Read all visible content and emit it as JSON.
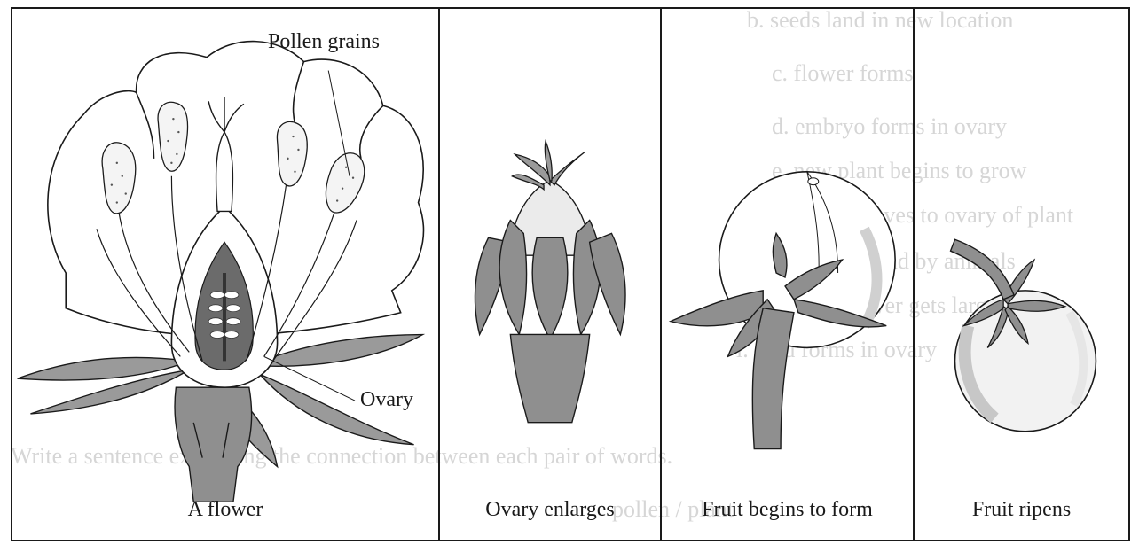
{
  "diagram": {
    "panels": [
      {
        "id": "flower",
        "caption": "A flower",
        "labels": {
          "pollen": "Pollen grains",
          "ovary": "Ovary"
        }
      },
      {
        "id": "ovary-enlarges",
        "caption": "Ovary enlarges"
      },
      {
        "id": "fruit-begins",
        "caption": "Fruit begins to form"
      },
      {
        "id": "fruit-ripens",
        "caption": "Fruit ripens"
      }
    ],
    "colors": {
      "outline": "#1a1a1a",
      "petal": "#ffffff",
      "sepal": "#8f8f8f",
      "ovary_dark": "#6b6b6b",
      "pollen_dot": "#555555",
      "fruit_shade": "#d9d9d9"
    }
  },
  "bleed_through": {
    "lines": [
      "b. seeds land in new location",
      "c. flower forms",
      "d. embryo forms in ovary",
      "e. new plant begins to grow",
      "f. pollen moves to ovary of plant",
      "g. seeds are spread by animals",
      "h. ovary of flower gets larger",
      "i. seed forms in ovary",
      "Write a sentence explaining the connection between each pair of words.",
      "pollen / plant"
    ]
  }
}
